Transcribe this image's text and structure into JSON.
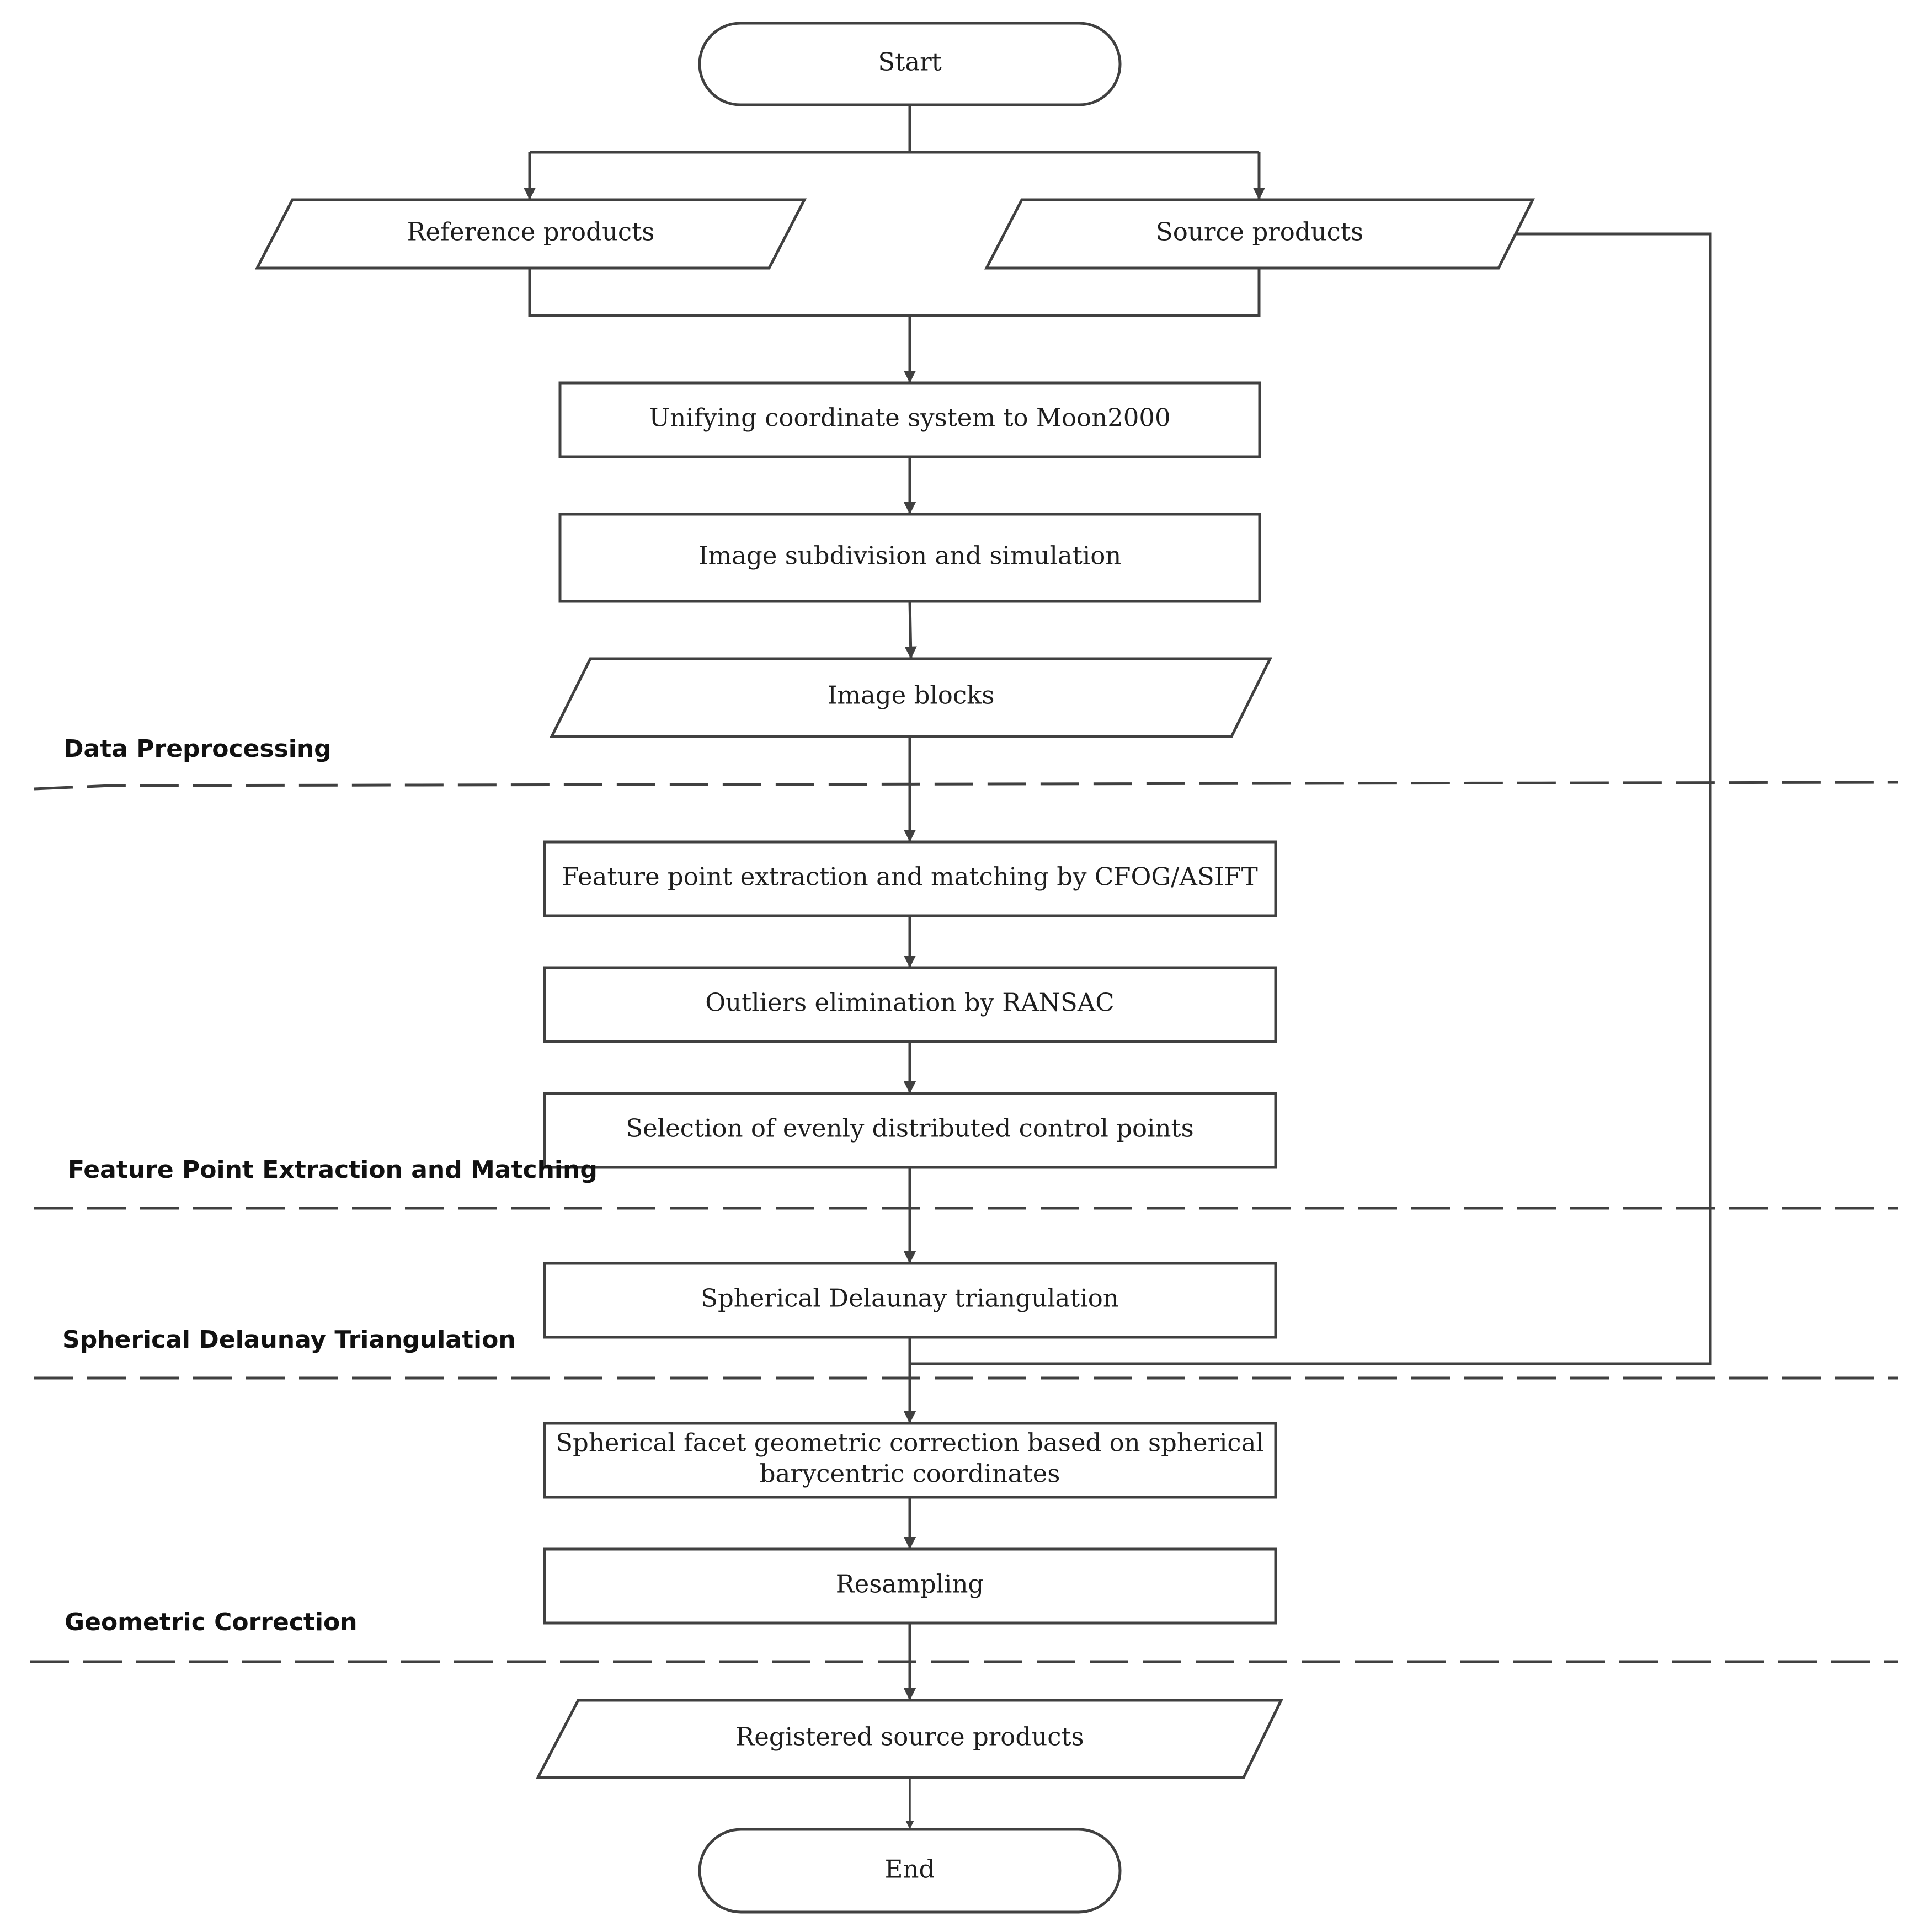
{
  "nodes": {
    "start": "Start",
    "reference": "Reference products",
    "source": "Source products",
    "unify": "Unifying coordinate system to Moon2000",
    "subdivision": "Image subdivision and simulation",
    "blocks": "Image blocks",
    "feature": "Feature point extraction and matching by CFOG/ASIFT",
    "outliers": "Outliers elimination by RANSAC",
    "selection": "Selection of evenly distributed control points",
    "delaunay": "Spherical Delaunay triangulation",
    "correction_line1": "Spherical facet geometric correction based on spherical",
    "correction_line2": "barycentric coordinates",
    "resampling": "Resampling",
    "registered": "Registered source products",
    "end": "End"
  },
  "stages": {
    "preprocessing": "Data Preprocessing",
    "feature": "Feature Point Extraction and Matching",
    "triangulation": "Spherical Delaunay Triangulation",
    "correction": "Geometric Correction"
  }
}
